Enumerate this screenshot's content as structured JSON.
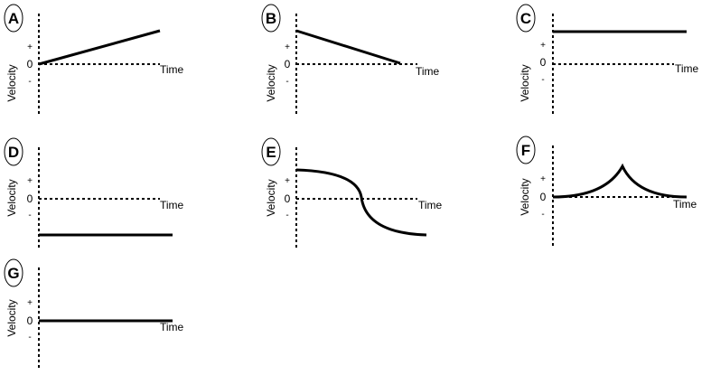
{
  "axis_labels": {
    "y": "Velocity",
    "x": "Time",
    "plus": "+",
    "zero": "0",
    "minus": "-"
  },
  "panels": [
    {
      "letter": "A",
      "shape": "rising-line"
    },
    {
      "letter": "B",
      "shape": "falling-line"
    },
    {
      "letter": "C",
      "shape": "constant-positive"
    },
    {
      "letter": "D",
      "shape": "constant-negative"
    },
    {
      "letter": "E",
      "shape": "positive-to-negative-curve"
    },
    {
      "letter": "F",
      "shape": "rise-to-peak-then-fall"
    },
    {
      "letter": "G",
      "shape": "constant-zero"
    }
  ]
}
